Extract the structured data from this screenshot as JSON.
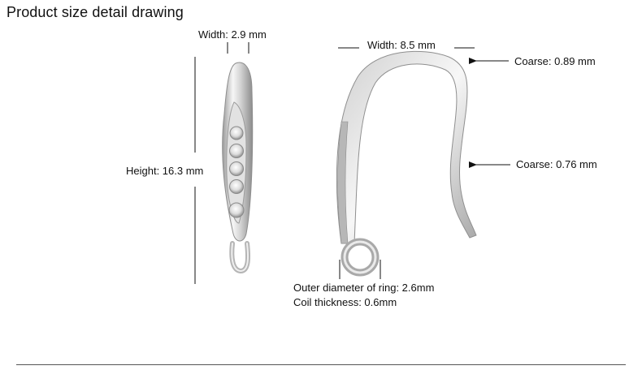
{
  "title": "Product size detail drawing",
  "labels": {
    "width_small": "Width: 2.9 mm",
    "height": "Height: 16.3 mm",
    "width_large": "Width: 8.5 mm",
    "coarse_top": "Coarse: 0.89 mm",
    "coarse_mid": "Coarse: 0.76 mm",
    "ring_diameter": "Outer diameter of ring: 2.6mm",
    "coil_thickness": "Coil thickness: 0.6mm"
  },
  "colors": {
    "metal_light": "#f4f4f4",
    "metal_mid": "#c9c9c9",
    "metal_dark": "#8a8a8a",
    "line": "#111111"
  }
}
